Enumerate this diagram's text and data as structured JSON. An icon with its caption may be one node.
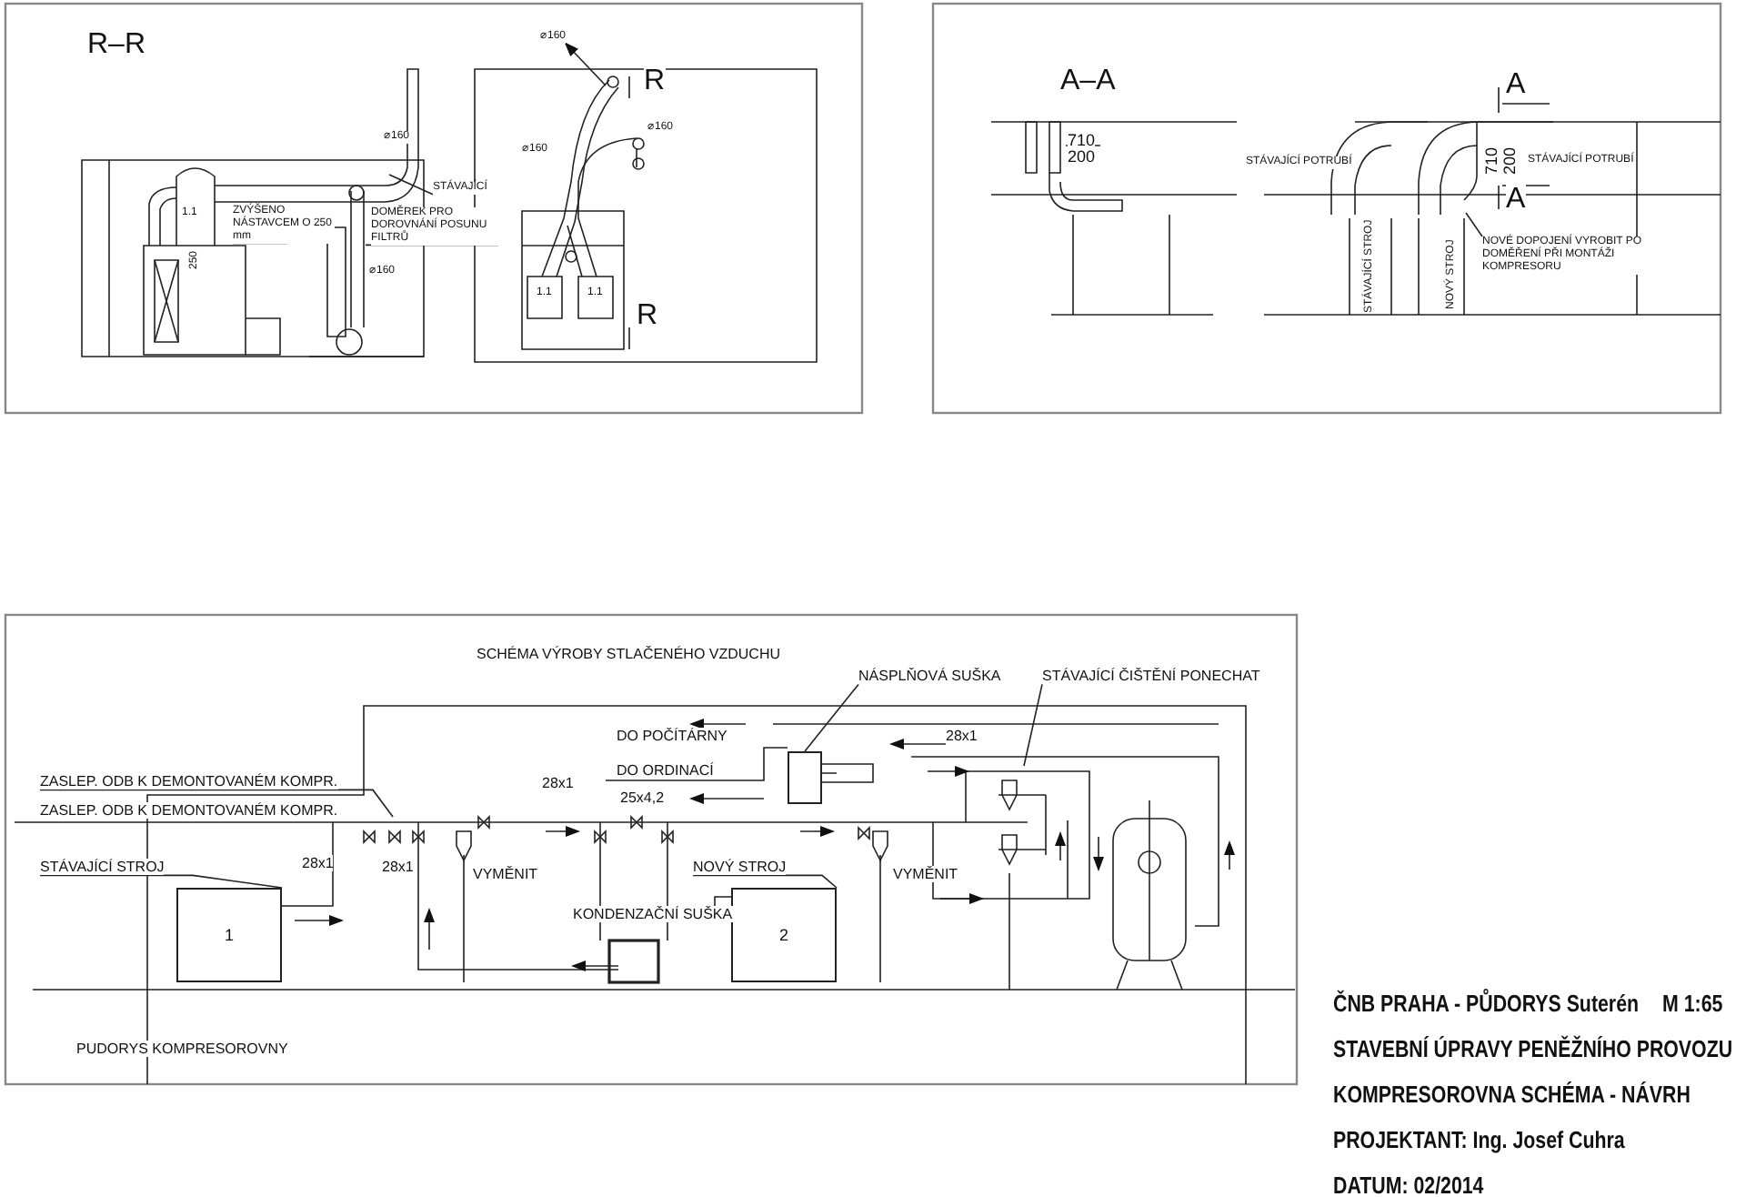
{
  "diagram": {
    "nodes": [
      {
        "text": [
          "1"
        ]
      },
      {
        "text": [
          "2"
        ]
      },
      {
        "text": [
          "STÁVAJÍCÍ STROJ"
        ]
      },
      {
        "text": [
          "NOVÝ STROJ"
        ]
      },
      {
        "text": [
          "NÁSPLŇOVÁ SUŠKA"
        ]
      },
      {
        "text": [],
        "shape": "box"
      },
      {
        "text": [
          "STÁVAJÍCÍ ČIŠTĚNÍ PONECHAT"
        ]
      },
      {
        "text": [
          "ZASLEP. ODB K DEMONTOVANÉM KOMPR."
        ]
      },
      {
        "text": [
          "ZVÝŠENO NÁSTAVCEM O 250 mm"
        ]
      },
      {
        "text": [
          "DOMĚREK PRO DOROVNÁNÍ POSUNU FILTRŮ"
        ]
      },
      {
        "text": [
          "STÁVAJÍCÍ"
        ]
      },
      {
        "text": [
          "⌀160"
        ]
      },
      {
        "text": [
          "NOVÉ DOPOJENÍ VYROBIT PO DOMĚŘENÍ PŘI MONTÁŽI KOMPRESORU"
        ]
      }
    ],
    "edges": [
      {
        "from": 2,
        "to": 0,
        "arrow": "none"
      },
      {
        "from": 3,
        "to": 1,
        "arrow": "none"
      },
      {
        "from": 4,
        "to": 5,
        "arrow": "none"
      },
      {
        "from": 6,
        "to": null,
        "arrow": "none"
      },
      {
        "from": 7,
        "to": null,
        "arrow": "none"
      },
      {
        "from": 8,
        "to": null,
        "arrow": "none"
      },
      {
        "from": 9,
        "to": null,
        "arrow": "none"
      },
      {
        "from": 10,
        "to": null,
        "arrow": "none"
      },
      {
        "from": null,
        "to": 11,
        "arrow": "to"
      },
      {
        "from": 12,
        "to": null,
        "arrow": "none"
      }
    ],
    "labels": [
      "R–R",
      "⌀160",
      "⌀160",
      "⌀160",
      "R",
      "1.1",
      "250",
      "⌀160",
      "1.1",
      "1.1",
      "R",
      "A–A",
      "710",
      "200",
      "STÁVAJÍCÍ POTRUBÍ",
      "A",
      "710",
      "200",
      "STÁVAJÍCÍ POTRUBÍ",
      "A",
      "STÁVAJÍCÍ STROJ",
      "NOVÝ STROJ",
      "SCHÉMA VÝROBY STLAČENÉHO VZDUCHU",
      "DO POČÍTÁRNY",
      "28x1",
      "DO ORDINACÍ",
      "ZASLEP. ODB K DEMONTOVANÉM KOMPR.",
      "28x1",
      "25x4,2",
      "28x1",
      "28x1",
      "VYMĚNIT",
      "VYMĚNIT",
      "KONDENZAČNÍ SUŠKA",
      "PUDORYS KOMPRESOROVNY",
      "ČNB PRAHA - PŮDORYS Suterén",
      "M 1:65",
      "STAVEBNÍ ÚPRAVY PENĚŽNÍHO PROVOZU",
      "KOMPRESOROVNA SCHÉMA - NÁVRH",
      "PROJEKTANT: Ing. Josef Cuhra",
      "DATUM: 02/2014"
    ]
  }
}
